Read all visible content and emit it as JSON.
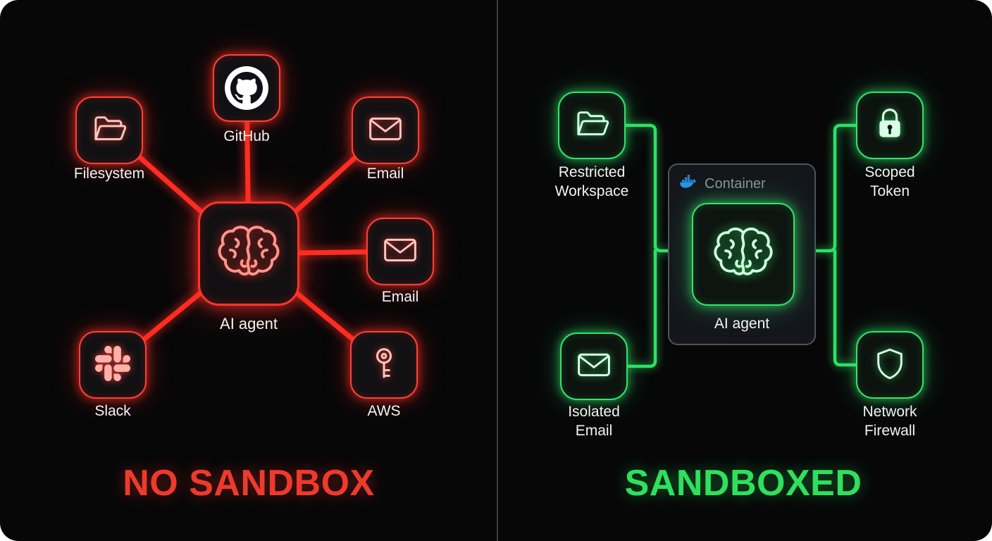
{
  "left_panel": {
    "title": "NO SANDBOX",
    "agent": {
      "label": "AI agent",
      "icon": "brain-icon"
    },
    "nodes": [
      {
        "id": "filesystem",
        "label": "Filesystem",
        "icon": "folder-icon"
      },
      {
        "id": "github",
        "label": "GitHub",
        "icon": "github-icon"
      },
      {
        "id": "email-top",
        "label": "Email",
        "icon": "envelope-icon"
      },
      {
        "id": "email-right",
        "label": "Email",
        "icon": "envelope-icon"
      },
      {
        "id": "slack",
        "label": "Slack",
        "icon": "slack-icon"
      },
      {
        "id": "aws",
        "label": "AWS",
        "icon": "key-icon"
      }
    ],
    "colors": {
      "accent": "#ff2d23",
      "title": "#ee3a2c"
    }
  },
  "right_panel": {
    "title": "SANDBOXED",
    "container": {
      "label": "Container",
      "icon": "docker-icon",
      "agent_label": "AI agent",
      "agent_icon": "brain-icon"
    },
    "nodes": [
      {
        "id": "restricted-workspace",
        "label": "Restricted Workspace",
        "icon": "folder-icon"
      },
      {
        "id": "scoped-token",
        "label": "Scoped Token",
        "icon": "lock-icon"
      },
      {
        "id": "isolated-email",
        "label": "Isolated Email",
        "icon": "envelope-icon"
      },
      {
        "id": "network-firewall",
        "label": "Network Firewall",
        "icon": "shield-icon"
      }
    ],
    "colors": {
      "accent": "#2fe066",
      "title": "#2ee05e",
      "container_label": "#8a919c",
      "docker_blue": "#2497ed"
    }
  }
}
